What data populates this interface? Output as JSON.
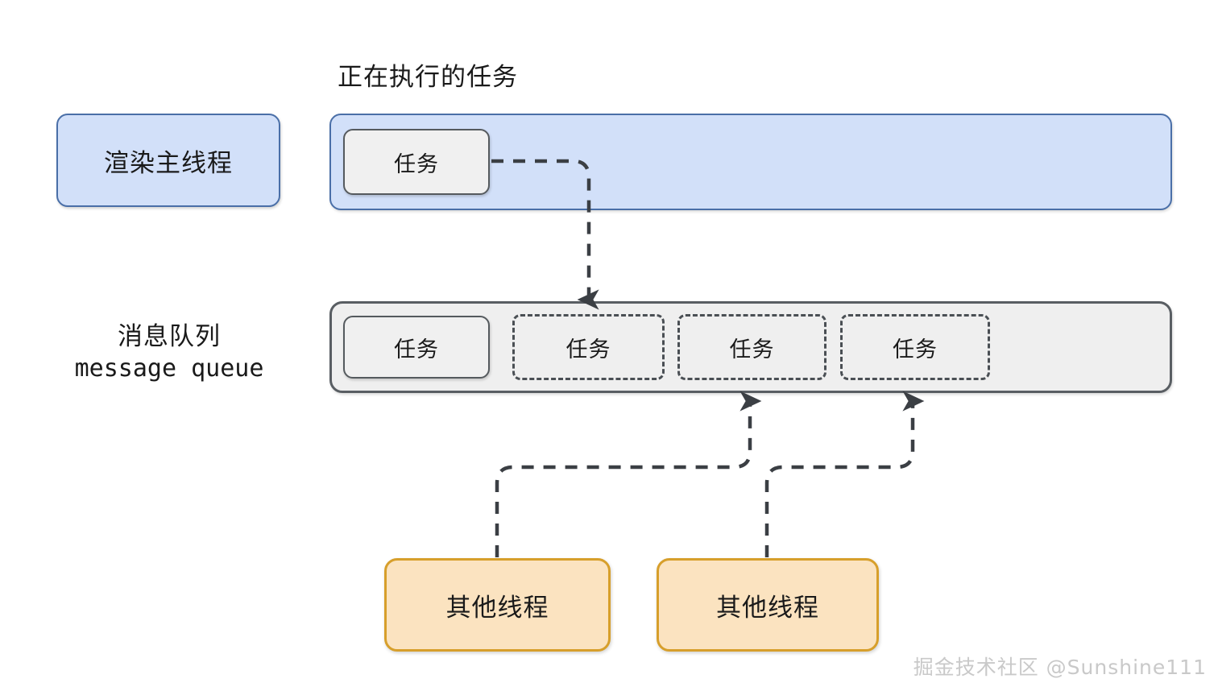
{
  "diagram": {
    "title_running_task": "正在执行的任务",
    "main_thread_label": "渲染主线程",
    "queue_label_cn": "消息队列",
    "queue_label_en": "message queue",
    "main_thread_task": "任务",
    "queue_tasks": [
      {
        "label": "任务",
        "style": "solid"
      },
      {
        "label": "任务",
        "style": "dashed"
      },
      {
        "label": "任务",
        "style": "dashed"
      },
      {
        "label": "任务",
        "style": "dashed"
      }
    ],
    "other_threads": [
      {
        "label": "其他线程"
      },
      {
        "label": "其他线程"
      }
    ],
    "watermark": "掘金技术社区 @Sunshine111",
    "colors": {
      "main_thread_fill": "#d2e0f9",
      "main_thread_border": "#4a6fa8",
      "queue_fill": "#efefef",
      "queue_border": "#595e63",
      "task_fill": "#f0f0f0",
      "task_border": "#555a5e",
      "other_thread_fill": "#fbe3c0",
      "other_thread_border": "#d79f2b",
      "arrow": "#3b3f44",
      "background": "#ffffff",
      "watermark": "#c9c9c9"
    }
  }
}
